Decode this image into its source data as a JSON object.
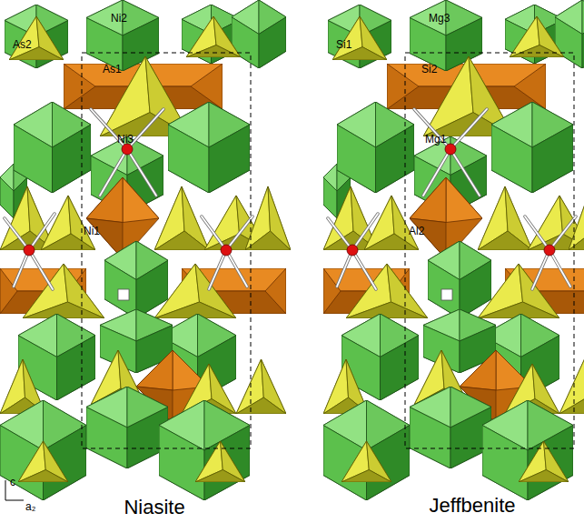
{
  "diagram": {
    "labels": [
      "As2",
      "Ni2",
      "As1",
      "Ni3",
      "Ni1",
      "Si1",
      "Mg3",
      "Si2",
      "Mg1",
      "Al2",
      "c",
      "a₂",
      "Niasite",
      "Jeffbenite"
    ]
  }
}
